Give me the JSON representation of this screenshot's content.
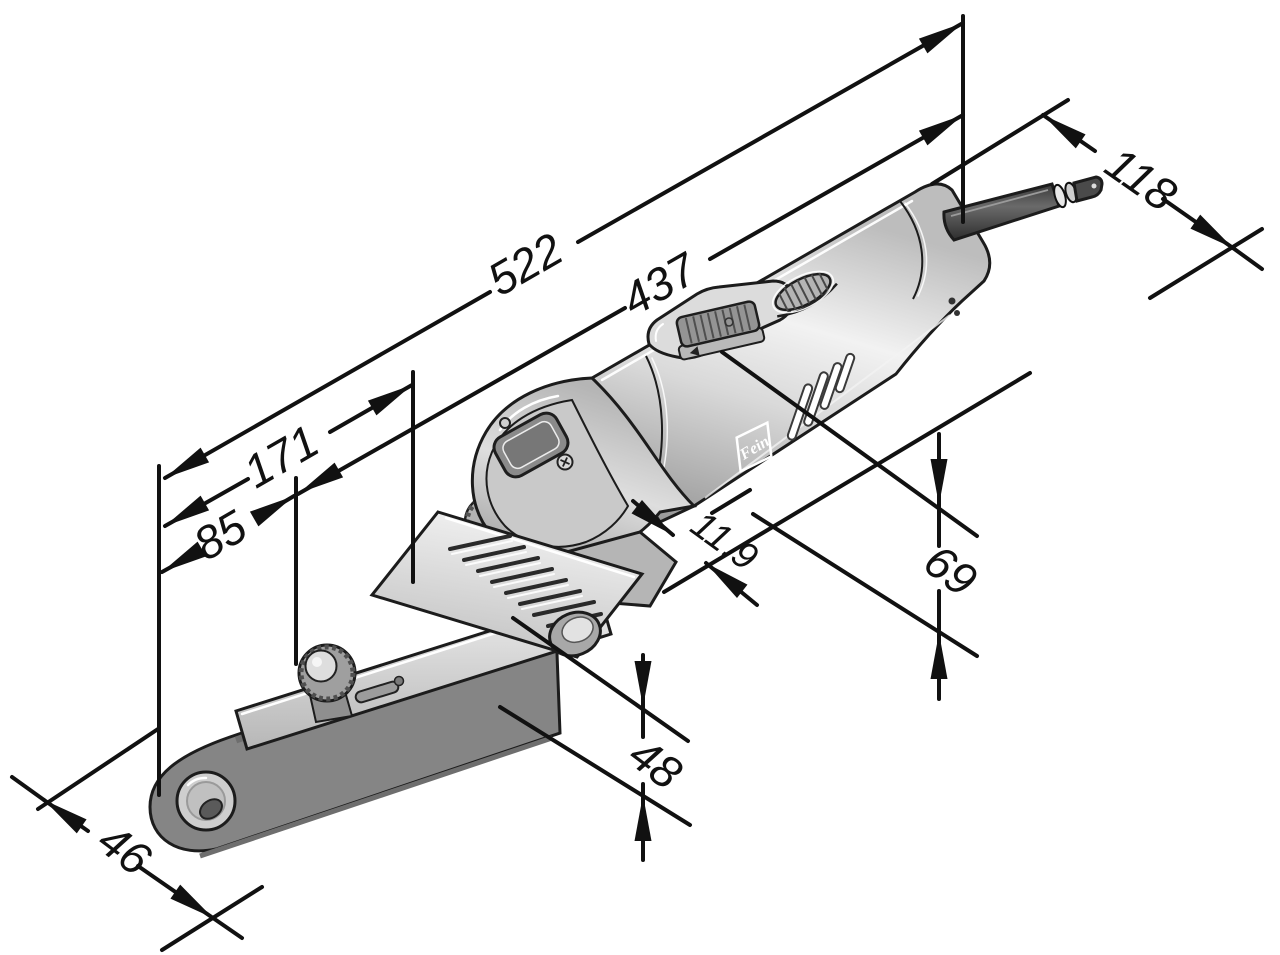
{
  "figure": {
    "type": "isometric technical dimension drawing",
    "subject": "electric belt file (band file power tool) with sanding belt arm",
    "units": "mm"
  },
  "dimensions": {
    "overall_length": "522",
    "body_length": "437",
    "arm_length": "171",
    "arm_front_length": "85",
    "cable_length": "118",
    "housing_height": "69",
    "arm_height": "48",
    "head_width": "46",
    "belt_step": "11,9"
  },
  "logo": {
    "text": "Fein"
  },
  "colors": {
    "line": "#111111",
    "background": "#ffffff",
    "body_light": "#f0f0f0",
    "body_mid": "#c3c3c3",
    "body_dark": "#8d8d8d",
    "belt": "#858585",
    "cable": "#3f3f3f"
  }
}
